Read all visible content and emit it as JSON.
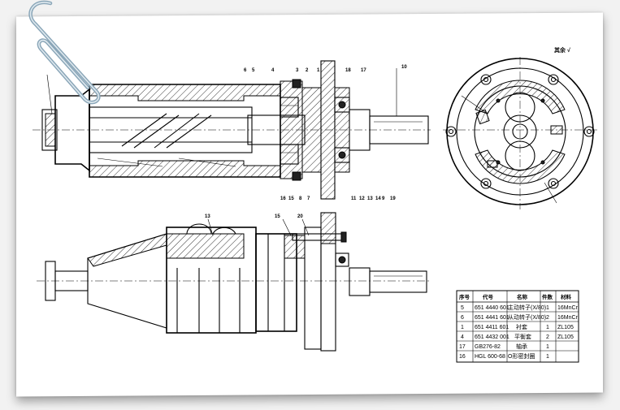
{
  "roughness_note": "其余 √",
  "callouts": {
    "top_view_top": [
      "6",
      "5",
      "4",
      "3",
      "2",
      "1",
      "18",
      "17",
      "10"
    ],
    "top_view_bottom": [
      "16",
      "15",
      "8",
      "7",
      "11",
      "12",
      "13",
      "14",
      "9",
      "19"
    ],
    "bottom_view_top": [
      "13",
      "15",
      "20"
    ]
  },
  "parts_table": {
    "headers": [
      "序号",
      "代号",
      "名称",
      "件数",
      "材料"
    ],
    "rows": [
      [
        "5",
        "651 4440 601",
        "主动转子(X/80)",
        "1",
        "16MnCr"
      ],
      [
        "6",
        "651 4441 601",
        "从动转子(X/80)",
        "2",
        "16MnCr"
      ],
      [
        "1",
        "651 4411 601",
        "衬套",
        "1",
        "ZL105"
      ],
      [
        "4",
        "651 4432 001",
        "平衡套",
        "2",
        "ZL105"
      ],
      [
        "17",
        "GB276-82",
        "轴承",
        "1",
        ""
      ],
      [
        "16",
        "HGL 600-68",
        "O形密封圈",
        "1",
        ""
      ]
    ]
  }
}
